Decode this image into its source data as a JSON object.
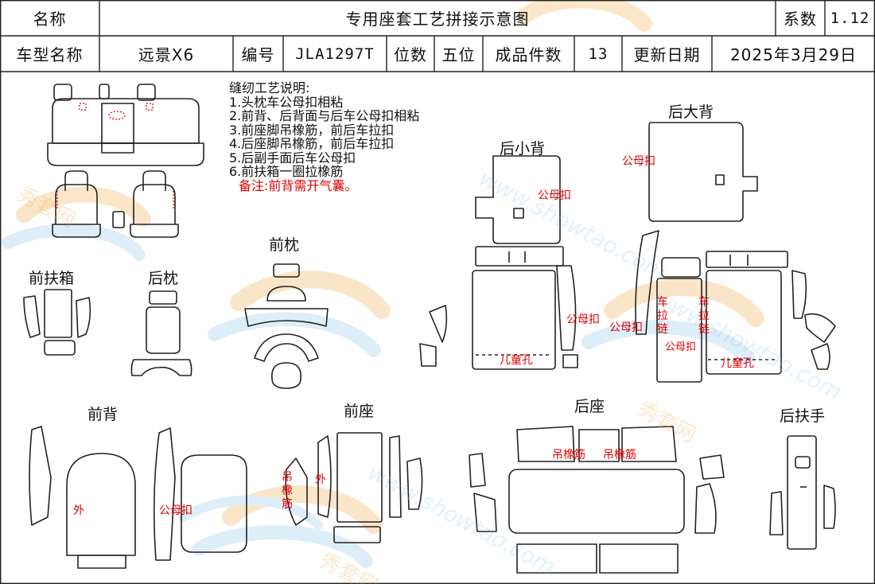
{
  "header": {
    "name_label": "名称",
    "title": "专用座套工艺拼接示意图",
    "coef_label": "系数",
    "coef_value": "1.12",
    "model_label": "车型名称",
    "model_value": "远景X6",
    "code_label": "编号",
    "code_value": "JLA1297T",
    "seat_label": "位数",
    "seat_value": "五位",
    "count_label": "成品件数",
    "count_value": "13",
    "date_label": "更新日期",
    "date_value": "2025年3月29日"
  },
  "notes": {
    "title": "缝纫工艺说明:",
    "items": [
      "1.头枕车公母扣相粘",
      "2.前背、后背面与后车公母扣相粘",
      "3.前座脚吊橡筋，前后车拉扣",
      "4.后座脚吊橡筋，前后车拉扣",
      "5.后副手面后车公母扣",
      "6.前扶箱一圈拉橡筋"
    ],
    "remark": "备注:前背需开气囊。"
  },
  "sections": {
    "front_armbox": "前扶箱",
    "rear_pillow": "后枕",
    "front_pillow": "前枕",
    "rear_small_back": "后小背",
    "rear_big_back": "后大背",
    "front_back": "前背",
    "front_seat": "前座",
    "rear_seat": "后座",
    "rear_armrest": "后扶手"
  },
  "annotations": {
    "snap": "公母扣",
    "child_hole": "儿童孔",
    "zip_pull": "车拉链",
    "elastic": "吊橡筋",
    "outer": "外"
  },
  "watermark": {
    "brand": "秀套网",
    "url": "www.showtao.com"
  },
  "colors": {
    "line": "#222222",
    "annotation": "#e00000",
    "watermark_orange": "#f4a540",
    "watermark_blue": "#8cc6ec"
  }
}
